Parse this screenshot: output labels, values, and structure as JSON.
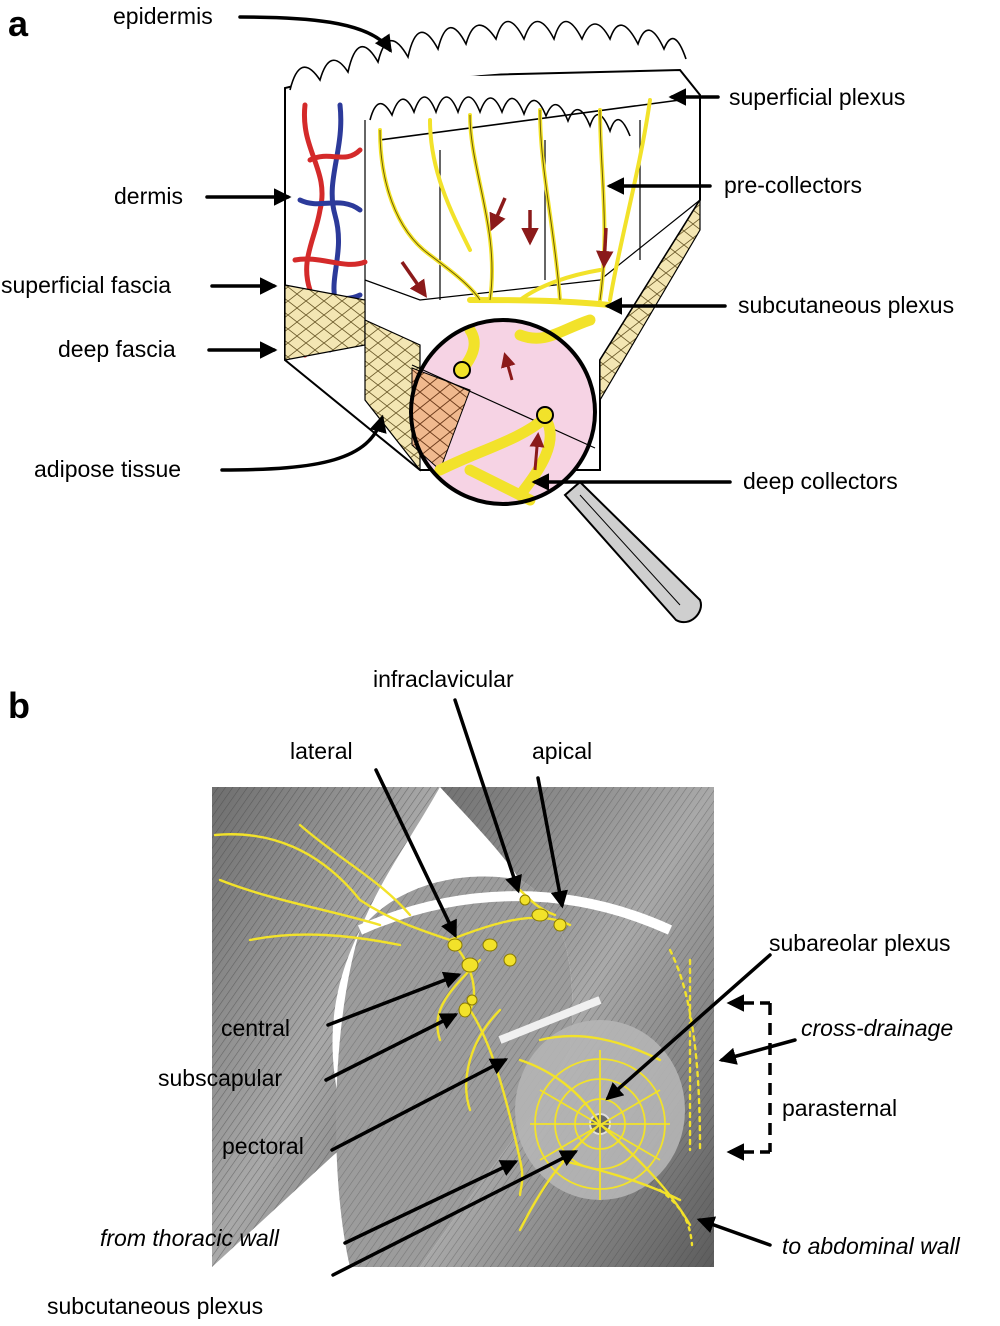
{
  "panels": [
    {
      "letter": "a"
    },
    {
      "letter": "b"
    }
  ],
  "panel_a": {
    "labels": {
      "epidermis": "epidermis",
      "dermis": "dermis",
      "superficial_fascia": "superficial fascia",
      "deep_fascia": "deep fascia",
      "adipose_tissue": "adipose tissue",
      "superficial_plexus": "superficial plexus",
      "pre_collectors": "pre-collectors",
      "subcutaneous_plexus": "subcutaneous plexus",
      "deep_collectors": "deep collectors"
    }
  },
  "panel_b": {
    "labels": {
      "infraclavicular": "infraclavicular",
      "lateral": "lateral",
      "apical": "apical",
      "subareolar_plexus": "subareolar plexus",
      "central": "central",
      "cross_drainage": "cross-drainage",
      "subscapular": "subscapular",
      "parasternal": "parasternal",
      "pectoral": "pectoral",
      "from_thoracic_wall": "from thoracic wall",
      "to_abdominal_wall": "to abdominal wall",
      "subcutaneous_plexus": "subcutaneous plexus"
    }
  },
  "colors": {
    "lymph_yellow": "#f2e22a",
    "artery_red": "#d42a2a",
    "vein_blue": "#2c3a9a",
    "lens_pink": "#f6d3e4",
    "fat_tan": "#f3e6b3",
    "arrow_darkred": "#8b1a1a",
    "muscle_gray": "#8a8a8a"
  }
}
